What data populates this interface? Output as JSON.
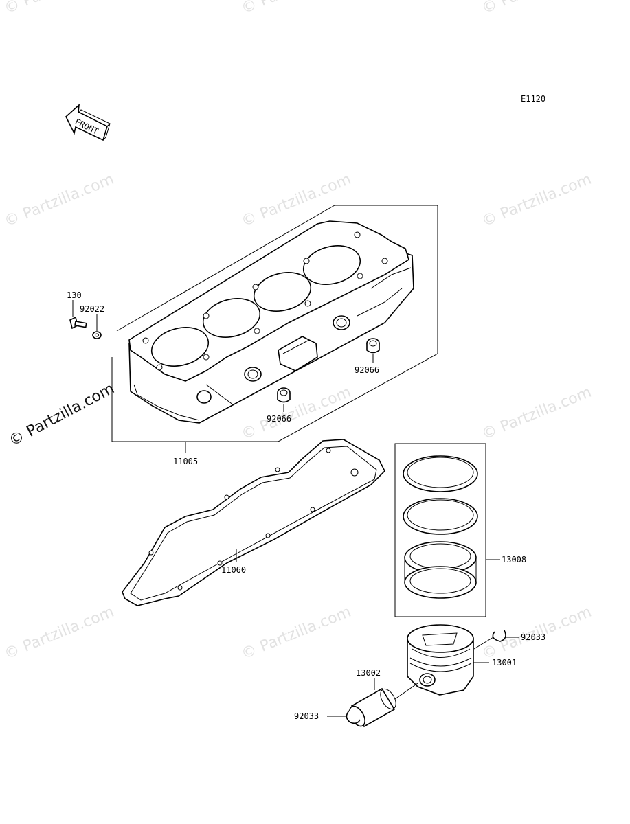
{
  "diagram_code": "E1120",
  "front_label": "FRONT",
  "watermarks": [
    "© Partzilla.com",
    "© Partzilla.com"
  ],
  "parts": {
    "bolt": "130",
    "washer": "92022",
    "cylinder": "11005",
    "plug_right": "92066",
    "plug_left": "92066",
    "gasket": "11060",
    "ring_set": "13008",
    "piston": "13001",
    "piston_pin": "13002",
    "circlip_right": "92033",
    "circlip_left": "92033"
  }
}
